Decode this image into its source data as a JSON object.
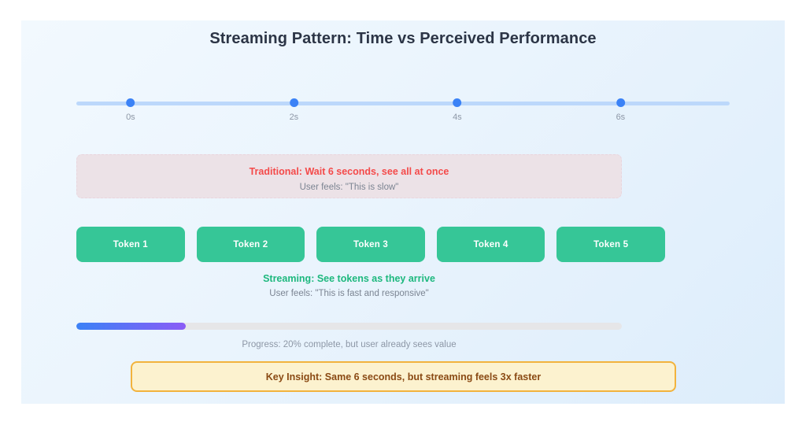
{
  "title": "Streaming Pattern: Time vs Perceived Performance",
  "timeline": {
    "ticks": [
      {
        "label": "0s",
        "pos": 8.3
      },
      {
        "label": "2s",
        "pos": 33.3
      },
      {
        "label": "4s",
        "pos": 58.3
      },
      {
        "label": "6s",
        "pos": 83.3
      }
    ]
  },
  "traditional": {
    "title": "Traditional: Wait 6 seconds, see all at once",
    "subtitle": "User feels: \"This is slow\""
  },
  "tokens": [
    {
      "label": "Token 1"
    },
    {
      "label": "Token 2"
    },
    {
      "label": "Token 3"
    },
    {
      "label": "Token 4"
    },
    {
      "label": "Token 5"
    }
  ],
  "streaming": {
    "title": "Streaming: See tokens as they arrive",
    "subtitle": "User feels: \"This is fast and responsive\""
  },
  "progress": {
    "percent": 20,
    "caption": "Progress: 20% complete, but user already sees value"
  },
  "insight": {
    "text": "Key Insight: Same 6 seconds, but streaming feels 3x faster"
  },
  "colors": {
    "accent_blue": "#3b82f6",
    "accent_purple": "#8b5cf6",
    "token_green": "#36c697",
    "streaming_green": "#1db87e",
    "traditional_red": "#f44a4a",
    "insight_border": "#f2b33d",
    "insight_bg": "#fcf2cf",
    "insight_text": "#8a4a14"
  }
}
